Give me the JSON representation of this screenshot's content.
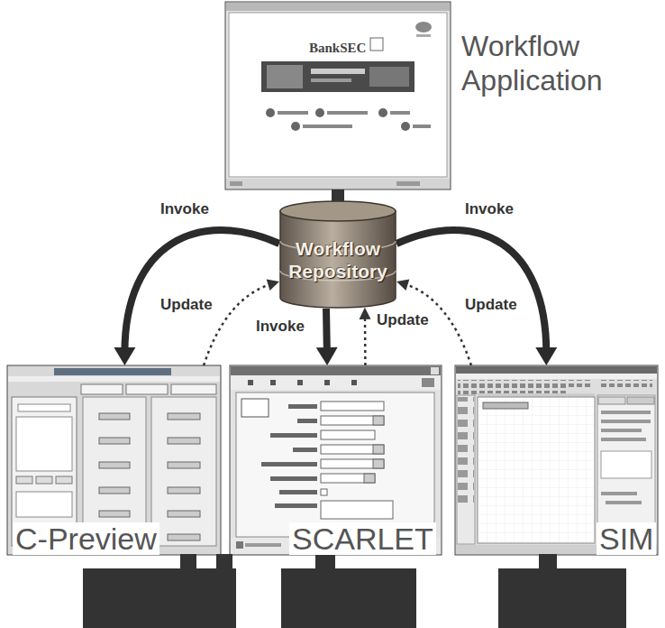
{
  "diagram": {
    "nodes": [
      {
        "text": [
          "Workflow Application"
        ]
      },
      {
        "text": [
          "Workflow Repository"
        ]
      },
      {
        "text": [
          "C-Preview"
        ]
      },
      {
        "text": [
          "SCARLET"
        ]
      },
      {
        "text": [
          "SIM"
        ]
      }
    ],
    "edges": [
      {
        "from": 0,
        "to": 1,
        "arrow": "none"
      },
      {
        "from": 1,
        "to": 2,
        "label": "Invoke",
        "arrow": "to"
      },
      {
        "from": 2,
        "to": 1,
        "label": "Update",
        "arrow": "to"
      },
      {
        "from": 1,
        "to": 3,
        "label": "Invoke",
        "arrow": "to"
      },
      {
        "from": 3,
        "to": 1,
        "label": "Update",
        "arrow": "to"
      },
      {
        "from": 1,
        "to": 4,
        "label": "Invoke",
        "arrow": "to"
      },
      {
        "from": 4,
        "to": 1,
        "label": "Update",
        "arrow": "to"
      }
    ],
    "labels": [
      "BankSEC"
    ]
  }
}
